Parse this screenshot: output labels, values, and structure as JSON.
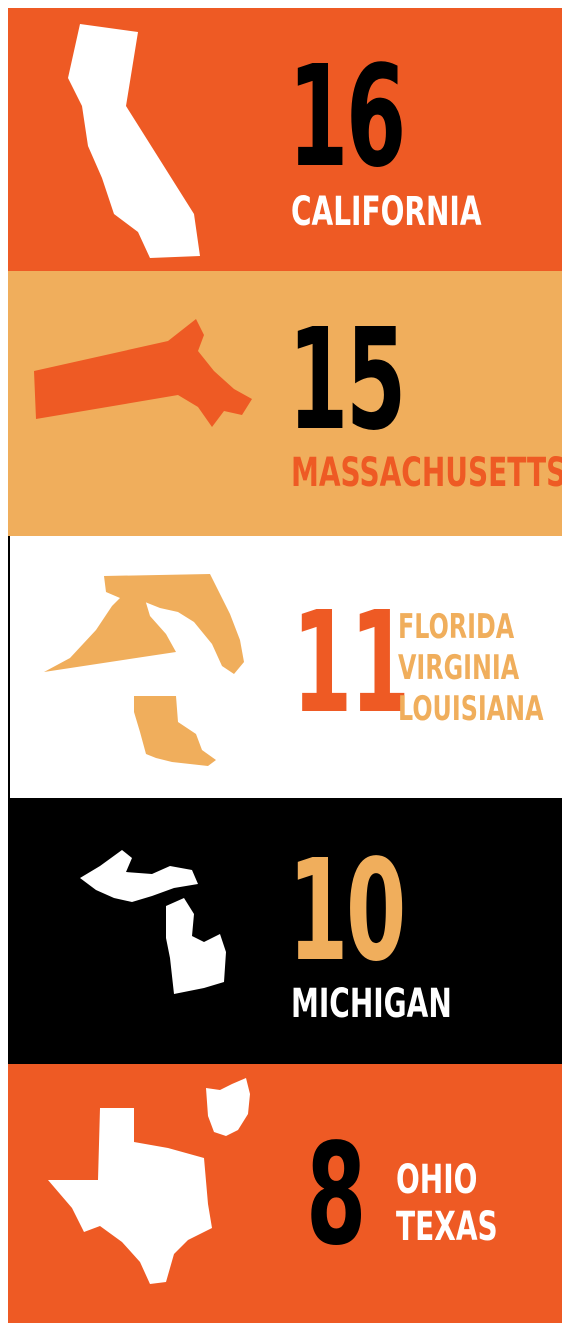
{
  "colors": {
    "orange": "#ee5a24",
    "tan": "#f0ae5c",
    "black": "#000000",
    "white": "#ffffff"
  },
  "rows": [
    {
      "number": "16",
      "states": [
        "CALIFORNIA"
      ],
      "icons": [
        "california-icon"
      ]
    },
    {
      "number": "15",
      "states": [
        "MASSACHUSETTS"
      ],
      "icons": [
        "massachusetts-icon"
      ]
    },
    {
      "number": "11",
      "states": [
        "FLORIDA",
        "VIRGINIA",
        "LOUISIANA"
      ],
      "icons": [
        "virginia-icon",
        "florida-icon",
        "louisiana-icon"
      ]
    },
    {
      "number": "10",
      "states": [
        "MICHIGAN"
      ],
      "icons": [
        "michigan-icon"
      ]
    },
    {
      "number": "8",
      "states": [
        "OHIO",
        "TEXAS"
      ],
      "icons": [
        "ohio-icon",
        "texas-icon"
      ]
    }
  ]
}
